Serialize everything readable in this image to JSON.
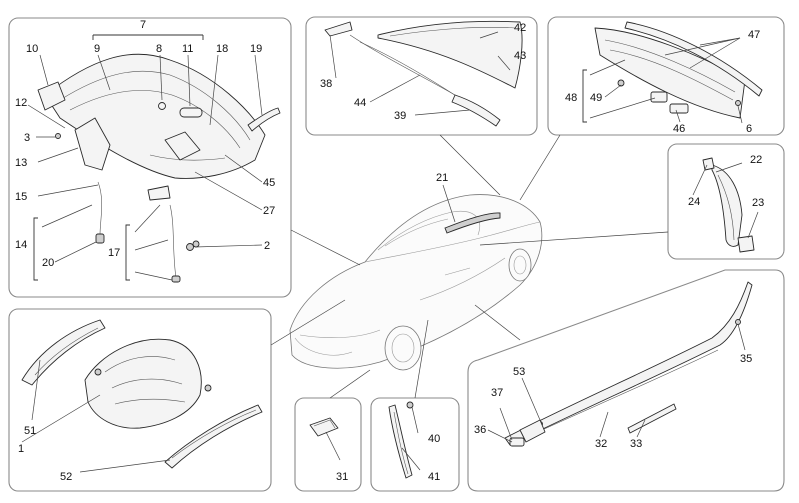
{
  "callouts": {
    "c1": "1",
    "c2": "2",
    "c3": "3",
    "c6": "6",
    "c7": "7",
    "c8": "8",
    "c9": "9",
    "c10": "10",
    "c11": "11",
    "c12": "12",
    "c13": "13",
    "c14": "14",
    "c15": "15",
    "c17": "17",
    "c18": "18",
    "c19": "19",
    "c20": "20",
    "c21": "21",
    "c22": "22",
    "c23": "23",
    "c24": "24",
    "c27": "27",
    "c31": "31",
    "c32": "32",
    "c33": "33",
    "c35": "35",
    "c36": "36",
    "c37": "37",
    "c38": "38",
    "c39": "39",
    "c40": "40",
    "c41": "41",
    "c42": "42",
    "c43": "43",
    "c44": "44",
    "c45": "45",
    "c46": "46",
    "c47": "47",
    "c48": "48",
    "c49": "49",
    "c51": "51",
    "c52": "52",
    "c53": "53"
  },
  "colors": {
    "panel_border": "#8a8a8a",
    "line_art": "#2a2a2a",
    "background": "#ffffff"
  }
}
